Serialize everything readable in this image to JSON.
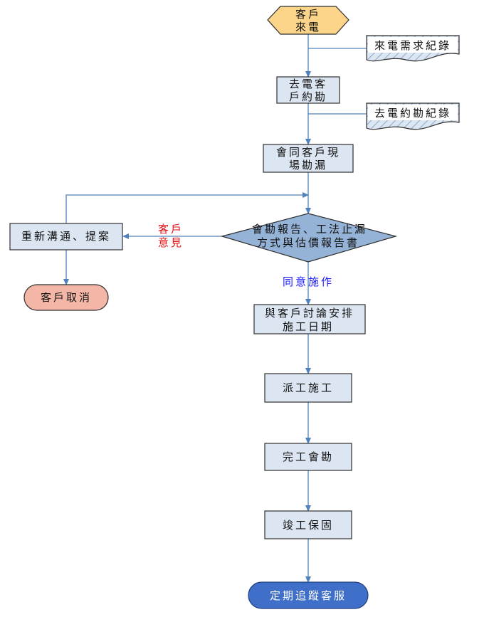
{
  "nodes": {
    "start": [
      "客戶",
      "來電"
    ],
    "call_record": [
      "來電需求紀錄"
    ],
    "call_survey": [
      "去電客",
      "戶約勘"
    ],
    "survey_record": [
      "去電約勘紀錄"
    ],
    "site_survey": [
      "會同客戶現",
      "場勘漏"
    ],
    "decision": [
      "會勘報告、工法止漏",
      "方式與估價報告書"
    ],
    "renegotiate": [
      "重新溝通、提案"
    ],
    "cancel": [
      "客戶取消"
    ],
    "schedule": [
      "與客戶討論安排",
      "施工日期"
    ],
    "dispatch": [
      "派工施工"
    ],
    "inspection": [
      "完工會勘"
    ],
    "warranty": [
      "竣工保固"
    ],
    "end": [
      "定期追蹤客服"
    ]
  },
  "edge_labels": {
    "customer_opinion": [
      "客戶",
      "意見"
    ],
    "agree": [
      "同意施作"
    ]
  },
  "colors": {
    "line": "#4f81bd",
    "box_fill": "#dce6f2",
    "box_stroke": "#2f2f2f",
    "start_fill": "#fcd58a",
    "diamond_fill": "#95b3d7",
    "cancel_fill": "#f4b6a6",
    "end_fill": "#3f6fc8",
    "doc_fill": "#dce6f2",
    "red_label": "#e01010",
    "blue_label": "#1a1aff"
  }
}
